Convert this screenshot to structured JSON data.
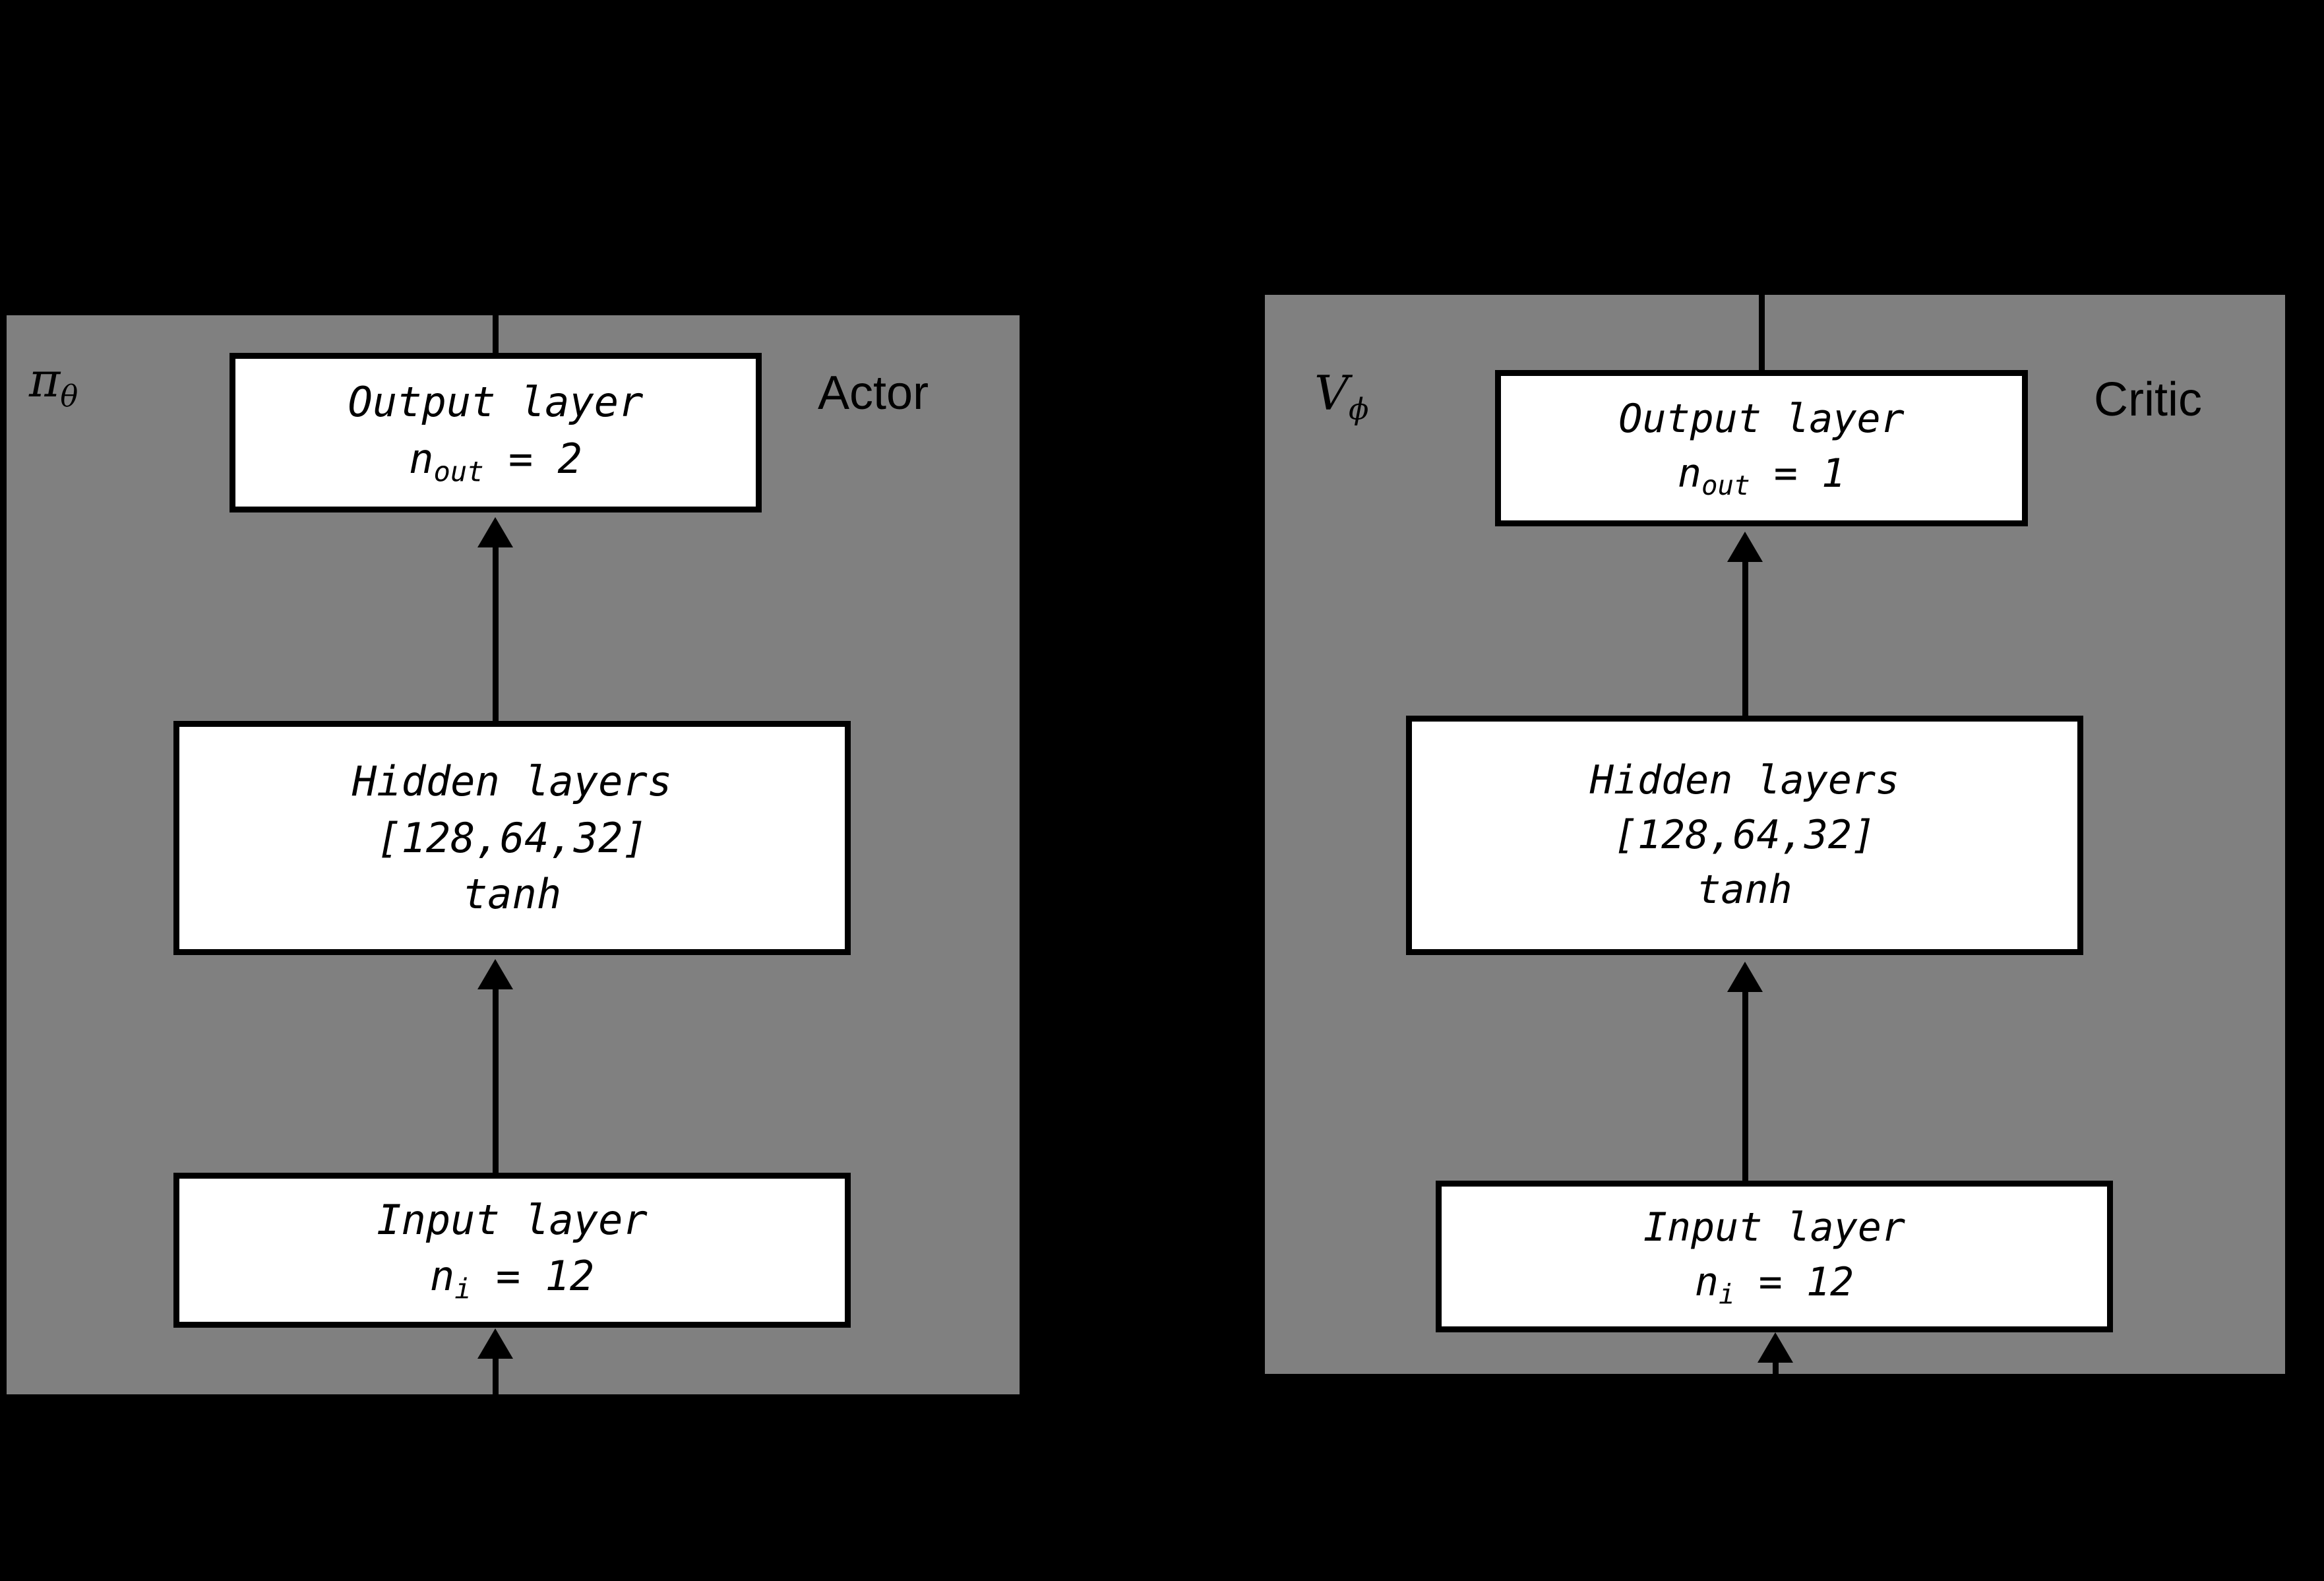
{
  "figure": {
    "type": "diagram",
    "subject": "actor-critic neural network architecture",
    "background_color": "#000000",
    "panel_color": "#808080",
    "box_fill_color": "#ffffff",
    "box_border_color": "#000000"
  },
  "actor": {
    "greek_symbol": "π",
    "greek_subscript": "θ",
    "role_label": "Actor",
    "boxes": [
      {
        "name": "output-layer",
        "line1": "Output layer",
        "line2_prefix": "n",
        "line2_subscript": "out",
        "line2_suffix": " = 2",
        "n_out": 2
      },
      {
        "name": "hidden-layers",
        "line1": "Hidden layers",
        "line2": "[128,64,32]",
        "line3": "tanh",
        "sizes": [
          128,
          64,
          32
        ],
        "activation": "tanh"
      },
      {
        "name": "input-layer",
        "line1": "Input layer",
        "line2_prefix": "n",
        "line2_subscript": "i",
        "line2_suffix": " = 12",
        "n_in": 12
      }
    ]
  },
  "critic": {
    "greek_symbol": "V",
    "greek_subscript": "ϕ",
    "role_label": "Critic",
    "boxes": [
      {
        "name": "output-layer",
        "line1": "Output layer",
        "line2_prefix": "n",
        "line2_subscript": "out",
        "line2_suffix": " = 1",
        "n_out": 1
      },
      {
        "name": "hidden-layers",
        "line1": "Hidden layers",
        "line2": "[128,64,32]",
        "line3": "tanh",
        "sizes": [
          128,
          64,
          32
        ],
        "activation": "tanh"
      },
      {
        "name": "input-layer",
        "line1": "Input layer",
        "line2_prefix": "n",
        "line2_subscript": "i",
        "line2_suffix": " = 12",
        "n_in": 12
      }
    ]
  }
}
